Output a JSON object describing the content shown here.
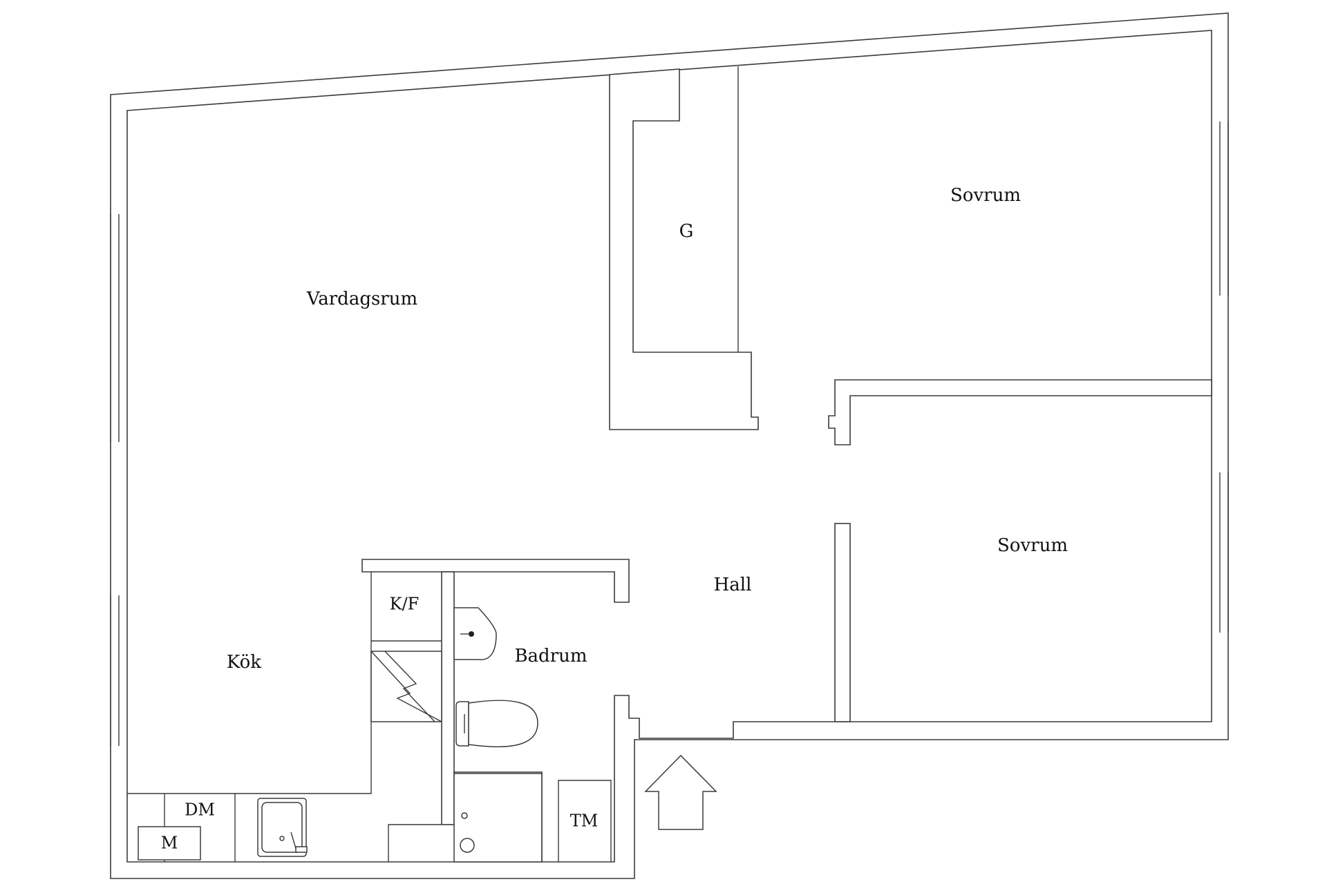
{
  "plan": {
    "rooms": {
      "living": "Vardagsrum",
      "closet": "G",
      "bedroom_1": "Sovrum",
      "bedroom_2": "Sovrum",
      "hall": "Hall",
      "kitchen": "Kök",
      "bathroom": "Badrum"
    },
    "fixtures": {
      "fridge_freezer": "K/F",
      "dishwasher": "DM",
      "microwave": "M",
      "washing_machine": "TM"
    },
    "icons": {
      "entrance": "entrance-arrow-icon",
      "electrical": "electrical-panel-icon",
      "sink": "kitchen-sink-icon",
      "washbasin": "washbasin-icon",
      "toilet": "toilet-icon",
      "shower": "shower-icon"
    },
    "colors": {
      "line": "#3a3a3a",
      "background": "#ffffff",
      "text": "#111111"
    }
  }
}
